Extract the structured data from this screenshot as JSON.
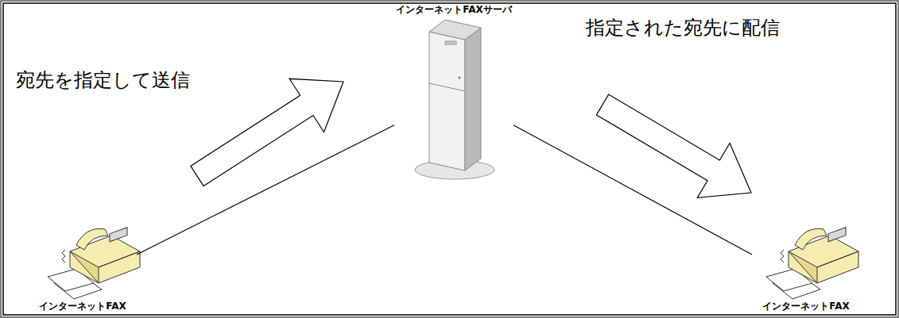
{
  "diagram": {
    "nodes": [
      {
        "text": [
          "インターネットFAXサーバ"
        ]
      },
      {
        "text": [
          "インターネットFAX"
        ]
      },
      {
        "text": [
          "インターネットFAX"
        ]
      }
    ],
    "edges": [
      {
        "from": 1,
        "to": 0,
        "arrow": "to",
        "label": "宛先を指定して送信"
      },
      {
        "from": 0,
        "to": 2,
        "arrow": "to",
        "label": "指定された宛先に配信"
      }
    ]
  }
}
